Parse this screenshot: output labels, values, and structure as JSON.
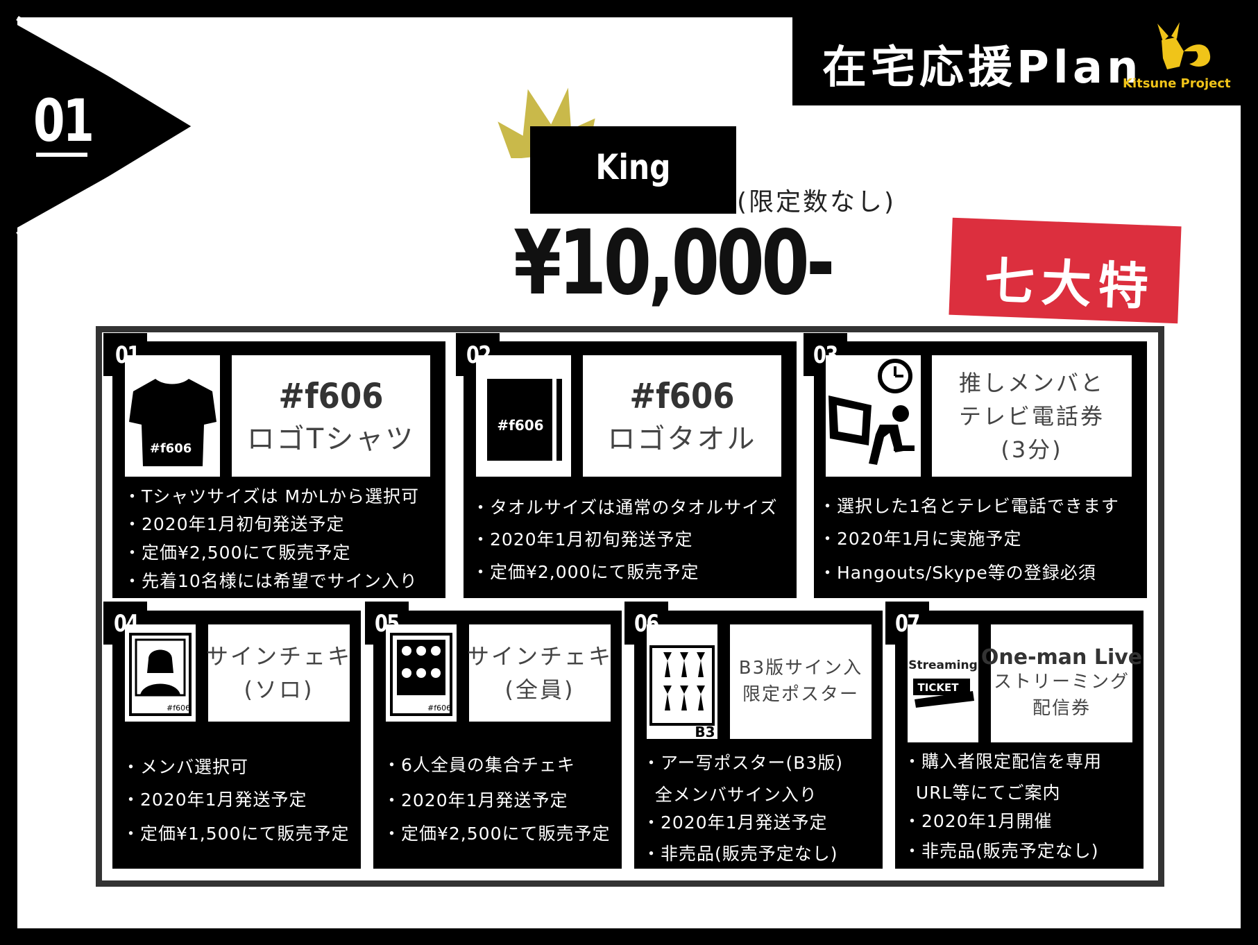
{
  "header": {
    "number": "01",
    "title": "在宅応援Plan",
    "brand": "Kitsune Project"
  },
  "plan": {
    "name": "King",
    "limit_note": "(限定数なし)",
    "price": "¥10,000-",
    "badge": "七大特典"
  },
  "colors": {
    "background": "#000000",
    "panel": "#ffffff",
    "accent_red": "#dc2f3e",
    "crown_gold": "#c9b94a",
    "brand_gold": "#f0c419"
  },
  "benefits": [
    {
      "num": "01",
      "icon": "tshirt-icon",
      "icon_label": "#f606",
      "title_lines": [
        "#f606",
        "ロゴTシャツ"
      ],
      "bullets": [
        "・Tシャツサイズは MかLから選択可",
        "・2020年1月初旬発送予定",
        "・定価¥2,500にて販売予定",
        "・先着10名様には希望でサイン入り"
      ]
    },
    {
      "num": "02",
      "icon": "towel-icon",
      "icon_label": "#f606",
      "title_lines": [
        "#f606",
        "ロゴタオル"
      ],
      "bullets": [
        "・タオルサイズは通常のタオルサイズ",
        "・2020年1月初旬発送予定",
        "・定価¥2,000にて販売予定"
      ]
    },
    {
      "num": "03",
      "icon": "video-call-icon",
      "title_lines": [
        "推しメンバと",
        "テレビ電話券",
        "(3分)"
      ],
      "bullets": [
        "・選択した1名とテレビ電話できます",
        "・2020年1月に実施予定",
        "・Hangouts/Skype等の登録必須"
      ]
    },
    {
      "num": "04",
      "icon": "solo-photo-icon",
      "icon_label": "#f606",
      "title_lines": [
        "サインチェキ",
        "(ソロ)"
      ],
      "bullets": [
        "・メンバ選択可",
        "・2020年1月発送予定",
        "・定価¥1,500にて販売予定"
      ]
    },
    {
      "num": "05",
      "icon": "group-photo-icon",
      "icon_label": "#f606",
      "title_lines": [
        "サインチェキ",
        "(全員)"
      ],
      "bullets": [
        "・6人全員の集合チェキ",
        "・2020年1月発送予定",
        "・定価¥2,500にて販売予定"
      ]
    },
    {
      "num": "06",
      "icon": "poster-icon",
      "icon_label": "B3",
      "title_lines": [
        "B3版サイン入",
        "限定ポスター"
      ],
      "bullets": [
        "・アー写ポスター(B3版)",
        "  全メンバサイン入り",
        "・2020年1月発送予定",
        "・非売品(販売予定なし)"
      ]
    },
    {
      "num": "07",
      "icon": "ticket-icon",
      "icon_label": "Streaming",
      "icon_ticket": "TICKET",
      "title_lines": [
        "One-man Live",
        "ストリーミング",
        "配信券"
      ],
      "bullets": [
        "・購入者限定配信を専用",
        "  URL等にてご案内",
        "・2020年1月開催",
        "・非売品(販売予定なし)"
      ]
    }
  ]
}
